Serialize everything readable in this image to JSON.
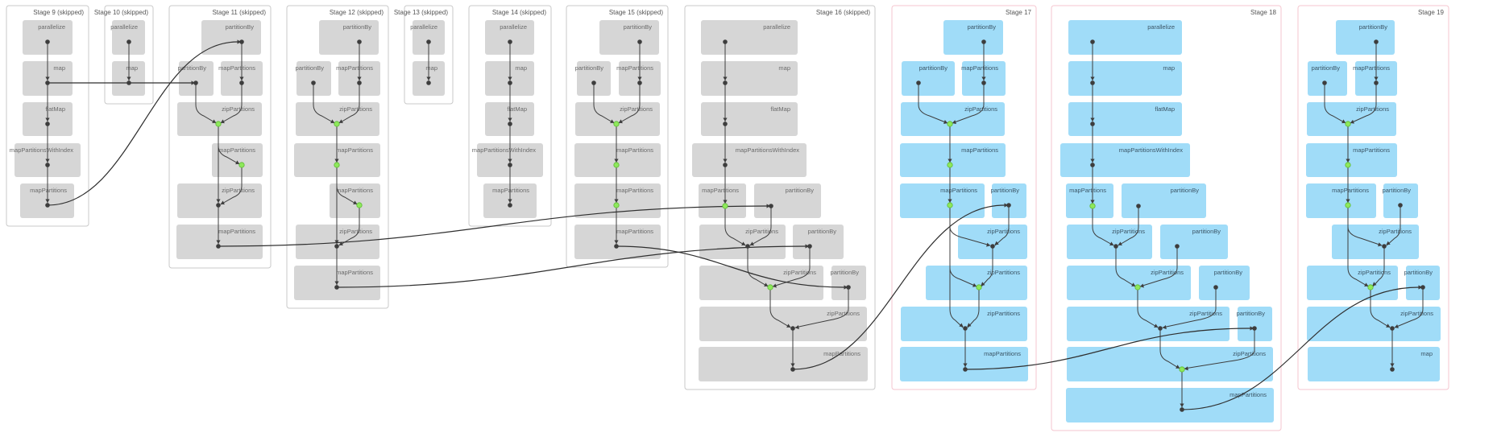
{
  "colors": {
    "skipped_node": "#d6d6d6",
    "active_node": "#a0dcf8",
    "cached_dot": "#8ee85b",
    "dot": "#3d3d3d",
    "skipped_frame": "#c9c9c9",
    "active_frame": "#f5c6cf"
  },
  "stages": [
    {
      "id": "s9",
      "label": "Stage 9 (skipped)",
      "skipped": true,
      "nodes": [
        {
          "id": "s9n1",
          "label": "parallelize"
        },
        {
          "id": "s9n2",
          "label": "map"
        },
        {
          "id": "s9n3",
          "label": "flatMap"
        },
        {
          "id": "s9n4",
          "label": "mapPartitionsWithIndex"
        },
        {
          "id": "s9n5",
          "label": "mapPartitions"
        }
      ]
    },
    {
      "id": "s10",
      "label": "Stage 10 (skipped)",
      "skipped": true,
      "nodes": [
        {
          "id": "s10n1",
          "label": "parallelize"
        },
        {
          "id": "s10n2",
          "label": "map"
        }
      ]
    },
    {
      "id": "s11",
      "label": "Stage 11 (skipped)",
      "skipped": true,
      "nodes": [
        {
          "id": "s11n1",
          "label": "partitionBy"
        },
        {
          "id": "s11n2",
          "label": "partitionBy"
        },
        {
          "id": "s11n3",
          "label": "mapPartitions"
        },
        {
          "id": "s11n4",
          "label": "zipPartitions",
          "cached": true
        },
        {
          "id": "s11n5",
          "label": "mapPartitions",
          "cached": true
        },
        {
          "id": "s11n6",
          "label": "zipPartitions"
        },
        {
          "id": "s11n7",
          "label": "mapPartitions"
        }
      ]
    },
    {
      "id": "s12",
      "label": "Stage 12 (skipped)",
      "skipped": true,
      "nodes": [
        {
          "id": "s12n1",
          "label": "partitionBy"
        },
        {
          "id": "s12n2",
          "label": "partitionBy"
        },
        {
          "id": "s12n3",
          "label": "mapPartitions"
        },
        {
          "id": "s12n4",
          "label": "zipPartitions",
          "cached": true
        },
        {
          "id": "s12n5",
          "label": "mapPartitions",
          "cached": true
        },
        {
          "id": "s12n6",
          "label": "mapPartitions",
          "cached": true
        },
        {
          "id": "s12n7",
          "label": "zipPartitions"
        },
        {
          "id": "s12n8",
          "label": "mapPartitions"
        }
      ]
    },
    {
      "id": "s13",
      "label": "Stage 13 (skipped)",
      "skipped": true,
      "nodes": [
        {
          "id": "s13n1",
          "label": "parallelize"
        },
        {
          "id": "s13n2",
          "label": "map"
        }
      ]
    },
    {
      "id": "s14",
      "label": "Stage 14 (skipped)",
      "skipped": true,
      "nodes": [
        {
          "id": "s14n1",
          "label": "parallelize"
        },
        {
          "id": "s14n2",
          "label": "map"
        },
        {
          "id": "s14n3",
          "label": "flatMap"
        },
        {
          "id": "s14n4",
          "label": "mapPartitionsWithIndex"
        },
        {
          "id": "s14n5",
          "label": "mapPartitions"
        }
      ]
    },
    {
      "id": "s15",
      "label": "Stage 15 (skipped)",
      "skipped": true,
      "nodes": [
        {
          "id": "s15n1",
          "label": "partitionBy"
        },
        {
          "id": "s15n2",
          "label": "partitionBy"
        },
        {
          "id": "s15n3",
          "label": "mapPartitions"
        },
        {
          "id": "s15n4",
          "label": "zipPartitions",
          "cached": true
        },
        {
          "id": "s15n5",
          "label": "mapPartitions",
          "cached": true
        },
        {
          "id": "s15n6",
          "label": "mapPartitions",
          "cached": true
        },
        {
          "id": "s15n7",
          "label": "mapPartitions"
        }
      ]
    },
    {
      "id": "s16",
      "label": "Stage 16 (skipped)",
      "skipped": true,
      "nodes": [
        {
          "id": "s16n1",
          "label": "parallelize"
        },
        {
          "id": "s16n2",
          "label": "map"
        },
        {
          "id": "s16n3",
          "label": "flatMap"
        },
        {
          "id": "s16n4",
          "label": "mapPartitionsWithIndex"
        },
        {
          "id": "s16n5",
          "label": "mapPartitions",
          "cached": true
        },
        {
          "id": "s16n6",
          "label": "partitionBy"
        },
        {
          "id": "s16n7",
          "label": "zipPartitions"
        },
        {
          "id": "s16n8",
          "label": "partitionBy"
        },
        {
          "id": "s16n9",
          "label": "zipPartitions",
          "cached": true
        },
        {
          "id": "s16n10",
          "label": "partitionBy"
        },
        {
          "id": "s16n11",
          "label": "zipPartitions"
        },
        {
          "id": "s16n12",
          "label": "mapPartitions"
        }
      ]
    },
    {
      "id": "s17",
      "label": "Stage 17",
      "skipped": false,
      "nodes": [
        {
          "id": "s17n1",
          "label": "partitionBy"
        },
        {
          "id": "s17n2",
          "label": "partitionBy"
        },
        {
          "id": "s17n3",
          "label": "mapPartitions"
        },
        {
          "id": "s17n4",
          "label": "zipPartitions",
          "cached": true
        },
        {
          "id": "s17n5",
          "label": "mapPartitions",
          "cached": true
        },
        {
          "id": "s17n6",
          "label": "mapPartitions",
          "cached": true
        },
        {
          "id": "s17n7",
          "label": "partitionBy"
        },
        {
          "id": "s17n8",
          "label": "zipPartitions"
        },
        {
          "id": "s17n9",
          "label": "zipPartitions",
          "cached": true
        },
        {
          "id": "s17n10",
          "label": "zipPartitions"
        },
        {
          "id": "s17n11",
          "label": "mapPartitions"
        }
      ]
    },
    {
      "id": "s18",
      "label": "Stage 18",
      "skipped": false,
      "nodes": [
        {
          "id": "s18n1",
          "label": "parallelize"
        },
        {
          "id": "s18n2",
          "label": "map"
        },
        {
          "id": "s18n3",
          "label": "flatMap"
        },
        {
          "id": "s18n4",
          "label": "mapPartitionsWithIndex"
        },
        {
          "id": "s18n5",
          "label": "mapPartitions",
          "cached": true
        },
        {
          "id": "s18n6",
          "label": "partitionBy"
        },
        {
          "id": "s18n7",
          "label": "zipPartitions"
        },
        {
          "id": "s18n8",
          "label": "partitionBy"
        },
        {
          "id": "s18n9",
          "label": "zipPartitions",
          "cached": true
        },
        {
          "id": "s18n10",
          "label": "partitionBy"
        },
        {
          "id": "s18n11",
          "label": "zipPartitions"
        },
        {
          "id": "s18n12",
          "label": "partitionBy"
        },
        {
          "id": "s18n13",
          "label": "zipPartitions",
          "cached": true
        },
        {
          "id": "s18n14",
          "label": "mapPartitions"
        }
      ]
    },
    {
      "id": "s19",
      "label": "Stage 19",
      "skipped": false,
      "nodes": [
        {
          "id": "s19n1",
          "label": "partitionBy"
        },
        {
          "id": "s19n2",
          "label": "partitionBy"
        },
        {
          "id": "s19n3",
          "label": "mapPartitions"
        },
        {
          "id": "s19n4",
          "label": "zipPartitions",
          "cached": true
        },
        {
          "id": "s19n5",
          "label": "mapPartitions",
          "cached": true
        },
        {
          "id": "s19n6",
          "label": "mapPartitions",
          "cached": true
        },
        {
          "id": "s19n7",
          "label": "partitionBy"
        },
        {
          "id": "s19n8",
          "label": "zipPartitions"
        },
        {
          "id": "s19n9",
          "label": "zipPartitions",
          "cached": true
        },
        {
          "id": "s19n10",
          "label": "partitionBy"
        },
        {
          "id": "s19n11",
          "label": "zipPartitions"
        },
        {
          "id": "s19n12",
          "label": "map"
        }
      ]
    }
  ],
  "edges": [
    [
      "s9n1",
      "s9n2"
    ],
    [
      "s9n2",
      "s9n3"
    ],
    [
      "s9n3",
      "s9n4"
    ],
    [
      "s9n4",
      "s9n5"
    ],
    [
      "s10n1",
      "s10n2"
    ],
    [
      "s11n1",
      "s11n3"
    ],
    [
      "s11n2",
      "s11n4"
    ],
    [
      "s11n3",
      "s11n4"
    ],
    [
      "s11n4",
      "s11n5"
    ],
    [
      "s11n4",
      "s11n6"
    ],
    [
      "s11n5",
      "s11n6"
    ],
    [
      "s11n6",
      "s11n7"
    ],
    [
      "s12n1",
      "s12n3"
    ],
    [
      "s12n2",
      "s12n4"
    ],
    [
      "s12n3",
      "s12n4"
    ],
    [
      "s12n4",
      "s12n5"
    ],
    [
      "s12n5",
      "s12n6"
    ],
    [
      "s12n5",
      "s12n7"
    ],
    [
      "s12n6",
      "s12n7"
    ],
    [
      "s12n7",
      "s12n8"
    ],
    [
      "s13n1",
      "s13n2"
    ],
    [
      "s14n1",
      "s14n2"
    ],
    [
      "s14n2",
      "s14n3"
    ],
    [
      "s14n3",
      "s14n4"
    ],
    [
      "s14n4",
      "s14n5"
    ],
    [
      "s15n1",
      "s15n3"
    ],
    [
      "s15n2",
      "s15n4"
    ],
    [
      "s15n3",
      "s15n4"
    ],
    [
      "s15n4",
      "s15n5"
    ],
    [
      "s15n5",
      "s15n6"
    ],
    [
      "s15n6",
      "s15n7"
    ],
    [
      "s16n1",
      "s16n2"
    ],
    [
      "s16n2",
      "s16n3"
    ],
    [
      "s16n3",
      "s16n4"
    ],
    [
      "s16n4",
      "s16n5"
    ],
    [
      "s16n5",
      "s16n7"
    ],
    [
      "s16n6",
      "s16n7"
    ],
    [
      "s16n7",
      "s16n9"
    ],
    [
      "s16n8",
      "s16n9"
    ],
    [
      "s16n9",
      "s16n11"
    ],
    [
      "s16n10",
      "s16n11"
    ],
    [
      "s16n11",
      "s16n12"
    ],
    [
      "s17n1",
      "s17n3"
    ],
    [
      "s17n2",
      "s17n4"
    ],
    [
      "s17n3",
      "s17n4"
    ],
    [
      "s17n4",
      "s17n5"
    ],
    [
      "s17n5",
      "s17n6"
    ],
    [
      "s17n6",
      "s17n8"
    ],
    [
      "s17n7",
      "s17n8"
    ],
    [
      "s17n6",
      "s17n9"
    ],
    [
      "s17n8",
      "s17n9"
    ],
    [
      "s17n6",
      "s17n10"
    ],
    [
      "s17n9",
      "s17n10"
    ],
    [
      "s17n10",
      "s17n11"
    ],
    [
      "s18n1",
      "s18n2"
    ],
    [
      "s18n2",
      "s18n3"
    ],
    [
      "s18n3",
      "s18n4"
    ],
    [
      "s18n4",
      "s18n5"
    ],
    [
      "s18n5",
      "s18n7"
    ],
    [
      "s18n6",
      "s18n7"
    ],
    [
      "s18n7",
      "s18n9"
    ],
    [
      "s18n8",
      "s18n9"
    ],
    [
      "s18n9",
      "s18n11"
    ],
    [
      "s18n10",
      "s18n11"
    ],
    [
      "s18n11",
      "s18n13"
    ],
    [
      "s18n12",
      "s18n13"
    ],
    [
      "s18n13",
      "s18n14"
    ],
    [
      "s19n1",
      "s19n3"
    ],
    [
      "s19n2",
      "s19n4"
    ],
    [
      "s19n3",
      "s19n4"
    ],
    [
      "s19n4",
      "s19n5"
    ],
    [
      "s19n5",
      "s19n6"
    ],
    [
      "s19n6",
      "s19n8"
    ],
    [
      "s19n7",
      "s19n8"
    ],
    [
      "s19n6",
      "s19n9"
    ],
    [
      "s19n8",
      "s19n9"
    ],
    [
      "s19n9",
      "s19n11"
    ],
    [
      "s19n10",
      "s19n11"
    ],
    [
      "s19n11",
      "s19n12"
    ]
  ],
  "cross_edges": [
    [
      "s9n2",
      "s11n2"
    ],
    [
      "s9n5",
      "s11n1"
    ],
    [
      "s11n7",
      "s16n6"
    ],
    [
      "s12n8",
      "s16n8"
    ],
    [
      "s15n7",
      "s16n10"
    ],
    [
      "s16n12",
      "s17n7"
    ],
    [
      "s17n11",
      "s18n12"
    ],
    [
      "s18n14",
      "s19n10"
    ]
  ]
}
